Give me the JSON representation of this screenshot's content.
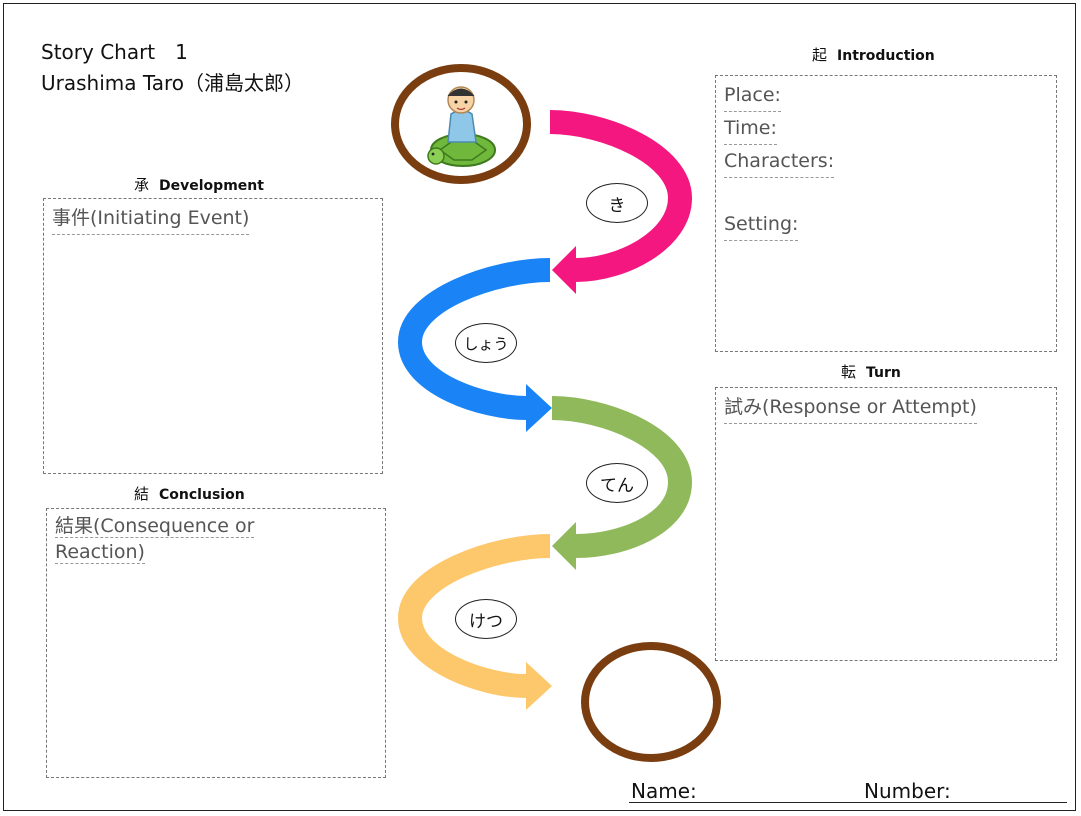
{
  "header": {
    "line1": "Story Chart　1",
    "line2": "Urashima Taro（浦島太郎）"
  },
  "sections": {
    "introduction": {
      "kanji": "起",
      "label": "Introduction"
    },
    "development": {
      "kanji": "承",
      "label": "Development"
    },
    "turn": {
      "kanji": "転",
      "label": "Turn"
    },
    "conclusion": {
      "kanji": "結",
      "label": "Conclusion"
    }
  },
  "introduction_fields": {
    "place": "Place:",
    "time": "Time:",
    "characters": "Characters:",
    "setting": "Setting:"
  },
  "development_field": "事件(Initiating Event)",
  "turn_field": "試み(Response or Attempt)",
  "conclusion_field": {
    "line1": "結果(Consequence or",
    "line2": "Reaction)"
  },
  "arrow_labels": [
    "き",
    "しょう",
    "てん",
    "けつ"
  ],
  "colors": {
    "ki": "#f3177f",
    "sho": "#1a84f7",
    "ten": "#8fb95a",
    "ketsu": "#fdc86c",
    "circle": "#7a3d10"
  },
  "footer": {
    "name_label": "Name:",
    "number_label": "Number:"
  }
}
